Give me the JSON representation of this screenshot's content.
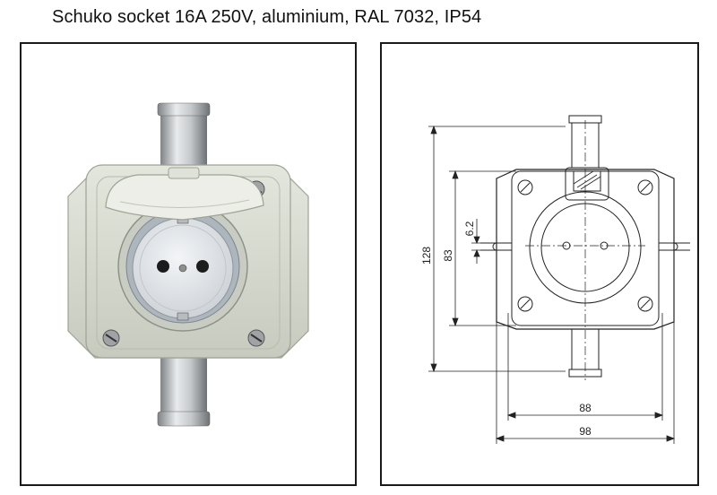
{
  "title": "Schuko socket 16A 250V, aluminium, RAL 7032, IP54",
  "colors": {
    "housing": "#d9ddd2",
    "housing_shadow": "#a9ae9f",
    "socket_face": "#e6eaee",
    "metal": "#b8bcbf",
    "frame_border": "#1a1a1a"
  },
  "drawing": {
    "dimensions": {
      "height_overall": "128",
      "height_mount": "83",
      "slot": "6.2",
      "width_mount": "88",
      "width_overall": "98"
    }
  }
}
